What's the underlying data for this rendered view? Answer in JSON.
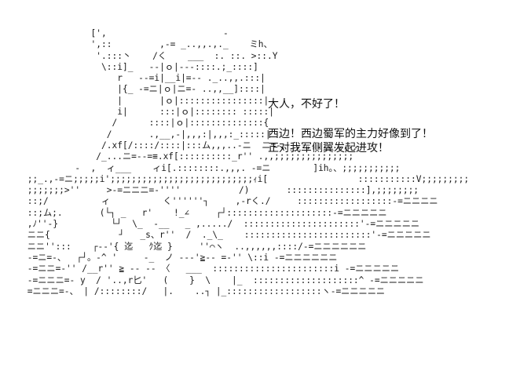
{
  "dialogue": {
    "lines": [
      "大人，不好了！",
      "西边！西边蜀军的主力好像到了！",
      "正对我军侧翼发起进攻！"
    ]
  },
  "ascii_art": {
    "rows": [
      "             [',                      -",
      "             ',::         ,-= _..,,.,._    ミh、",
      "              '.:::丶    /く    ___  :. ::. >::.Y",
      "               \\::i]_   --|ｏ|---::::.;_::::]",
      "                  r   --=i|__i|=-- ._..,,.:::|",
      "                  |{_ -=ニ|ｏ|ニ=- ..,,__]::::|",
      "                  |       |ｏ|::::::::::::::::|",
      "                  i|      :::|ｏ|:::::::: :::::|",
      "                 /      ::::|ｏ|::::::::::::::{",
      "                /       .,__,-|,,,:|,,,:_:::::|",
      "               /.xf[/::::/::::|:::ム,,,..-ニ  ニ=-、_..,,....,,..",
      "              /_...ニ=--=≡.xf[::::::::::_r'' .,,;;;;;;;;;;;;;;;",
      "          -  ,  ィ___    ィi[.::::::::.,,,. -=ニ        ]ih。、;;;;;;;;;;;",
      " ;;_.,-=ニ;;;;;i';;;;;;;;;;;;;;;;;;;;;;;;;;;ｨi[                 :::::::::::V;;;;;;;;;",
      " ;;;;;;;>''     >-=ニニニ=-''''           /)       :::::::::::::::],;;;;;;;;",
      " ::;/          ィ          く''''''┐     ,-rく./     ::::::::::::::::::-=ニニニニ",
      " ::;ム;.       (└┐ _   r'    !_∠     ┌┘::::::::::::::::::::-=ニニニニニ",
      " ,ﾉ''-}          └┘  \\_  -__   _ ,...../  ::::::::::::::::::::::'-=ニニニニニ",
      " ニニ{             ┘   _s、r''  /  ._\\_    ::::::::::::::::::::::::'-=ニニニニニ",
      " ニニ'':::    ┌--'{ 迄   ｸ迄 }     ''⌒ヽ  ..,,,,,,::::/-=ニニニニニニ",
      " -=ニ=-、  ┌┘。-^ '     -_  ノ ---'≧-- =-'' \\::i -=ニニニニニニ",
      " -=ニニ=-'' /__r'' ≧ -- -- 〈   ___  :::::::::::::::::::::::i -=ニニニニニ",
      " -=ニニニ=- y  / '..,r匕'   (    }  \\    |_  ::::::::::::::::::::^ -=ニニニニニ",
      " =ニニニ=-、 | /::::::::/   |.    ..┐ |_::::::::::::::::::ヽ-=ニニニニニ"
    ]
  }
}
